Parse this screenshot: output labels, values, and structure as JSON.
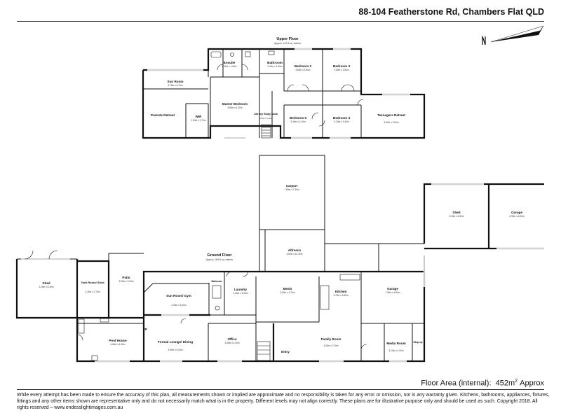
{
  "header": {
    "address": "88-104 Featherstone Rd, Chambers Flat QLD"
  },
  "compass": {
    "label": "N"
  },
  "upper_floor": {
    "title": "Upper Floor",
    "area": "Approx. 142.5 sq. metres",
    "rooms": {
      "sun_room": {
        "name": "Sun Room",
        "dims": "3.78m x 6.10m"
      },
      "ensuite": {
        "name": "Ensuite",
        "dims": "3.40m x 1.60m"
      },
      "bathroom": {
        "name": "Bathroom",
        "dims": "3.40m x 1.80m"
      },
      "bedroom2": {
        "name": "Bedroom 2",
        "dims": "3.60m x 3.60m"
      },
      "bedroom3": {
        "name": "Bedroom 3",
        "dims": "3.60m x 3.60m"
      },
      "parents_retreat": {
        "name": "Parents Retreat",
        "dims": ""
      },
      "wir": {
        "name": "WIR",
        "dims": "2.30m x 2.70m"
      },
      "master_bedroom": {
        "name": "Master Bedroom",
        "dims": "5.50m x 4.20m"
      },
      "library": {
        "name": "Library/ Study Nook",
        "dims": "2.50m x 2.10m"
      },
      "bedroom5": {
        "name": "Bedroom 5",
        "dims": "3.30m x 3.10m"
      },
      "bedroom4": {
        "name": "Bedroom 4",
        "dims": "3.30m x 3.20m"
      },
      "teenagers_retreat": {
        "name": "Teenagers Retreat",
        "dims": "5.60m x 3.50m"
      }
    }
  },
  "ground_floor": {
    "title": "Ground Floor",
    "area": "Approx. 309.5 sq. metres",
    "rooms": {
      "carport": {
        "name": "Carport",
        "dims": "7.50m x 7.30m"
      },
      "shed_right": {
        "name": "Shed",
        "dims": "6.00m x 6.00m"
      },
      "garage_right": {
        "name": "Garage",
        "dims": "6.90m x 6.00m"
      },
      "alfresco": {
        "name": "Alfresco",
        "dims": "3.50m x 10.30m"
      },
      "shed_left": {
        "name": "Shed",
        "dims": "3.20m x 6.30m"
      },
      "tack_room": {
        "name": "Tack Room/ Shed",
        "dims": "3.20m x 2.70m"
      },
      "patio": {
        "name": "Patio",
        "dims": "3.90m x 3.20m"
      },
      "sun_room_gym": {
        "name": "Sun Room/ Gym",
        "dims": "3.30m x 6.20m"
      },
      "bathroom": {
        "name": "Bathroom",
        "dims": "2.80m x 2.20m"
      },
      "laundry": {
        "name": "Laundry",
        "dims": "3.40m x 2.40m"
      },
      "meals": {
        "name": "Meals",
        "dims": "3.60m x 3.70m"
      },
      "kitchen": {
        "name": "Kitchen",
        "dims": "3.70m x 3.60m"
      },
      "garage_main": {
        "name": "Garage",
        "dims": "7.50m x 6.90m"
      },
      "pool_house": {
        "name": "Pool House",
        "dims": "4.60m x 4.30m"
      },
      "formal_lounge": {
        "name": "Formal Lounge/ Dining",
        "dims": "3.90m x 6.30m"
      },
      "office": {
        "name": "Office",
        "dims": "3.30m x 4.30m"
      },
      "family_room": {
        "name": "Family Room",
        "dims": "4.20m x 7.20m"
      },
      "media_room": {
        "name": "Media Room",
        "dims": "5.10m x 4.00m"
      },
      "store": {
        "name": "Step up",
        "dims": ""
      },
      "entry": {
        "name": "Entry",
        "dims": ""
      },
      "fp": {
        "name": "FP",
        "dims": ""
      }
    }
  },
  "floor_area": {
    "label": "Floor Area (internal):",
    "value": "452m",
    "sup": "2",
    "suffix": "Approx"
  },
  "disclaimer": "While every attempt has been made to ensure the accuracy of this plan, all measurements shown or implied are approximate and no responsibility is taken for any error or omission, nor is any warranty given.  Kitchens, bathrooms, appliances, fixtures, fittings and any other items shown are representative only and do not necessarily match what is in the property. Different levels may not align correctly. These plans are for illustrative purpose only and should be used as such. Copyright 2018. All rights reserved – www.endesslightimages.com.au"
}
